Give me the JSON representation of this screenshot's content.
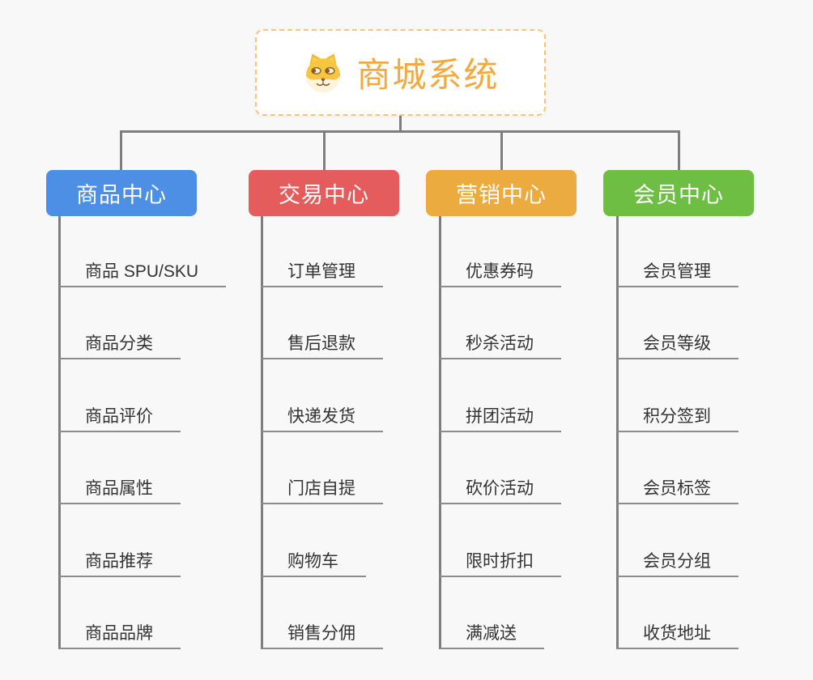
{
  "root": {
    "title": "商城系统",
    "icon": "doge-face-icon"
  },
  "branches": [
    {
      "label": "商品中心",
      "color": "#4c8fe4",
      "items": [
        "商品 SPU/SKU",
        "商品分类",
        "商品评价",
        "商品属性",
        "商品推荐",
        "商品品牌"
      ]
    },
    {
      "label": "交易中心",
      "color": "#e45c5c",
      "items": [
        "订单管理",
        "售后退款",
        "快递发货",
        "门店自提",
        "购物车",
        "销售分佣"
      ]
    },
    {
      "label": "营销中心",
      "color": "#ebab3f",
      "items": [
        "优惠券码",
        "秒杀活动",
        "拼团活动",
        "砍价活动",
        "限时折扣",
        "满减送"
      ]
    },
    {
      "label": "会员中心",
      "color": "#6fbe44",
      "items": [
        "会员管理",
        "会员等级",
        "积分签到",
        "会员标签",
        "会员分组",
        "收货地址"
      ]
    }
  ],
  "colors": {
    "background": "#f8f8f8",
    "connector": "#7e7e7e",
    "leaf_underline": "#8c8c8c",
    "leaf_text": "#333333",
    "root_text": "#f2a93f",
    "root_border": "#f5c57c",
    "doge_yellow": "#f5c63e",
    "doge_cream": "#fdf4de",
    "doge_brown": "#8b5a2b"
  }
}
